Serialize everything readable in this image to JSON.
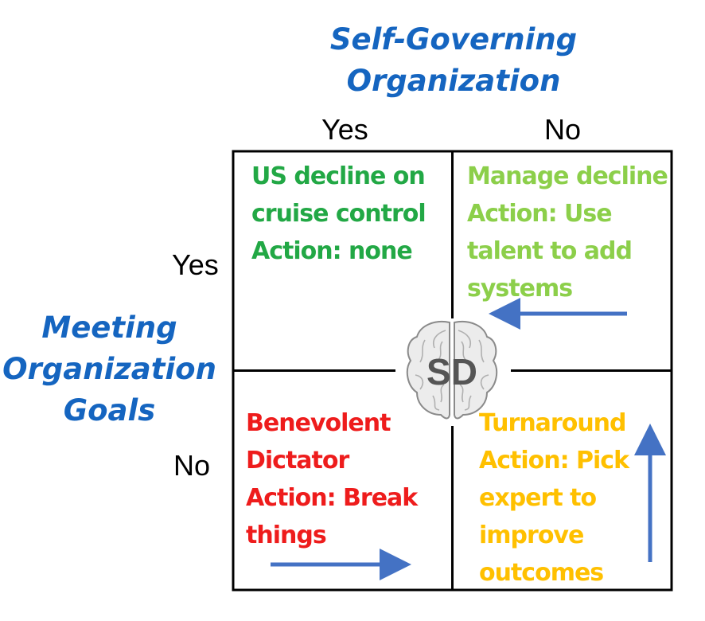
{
  "titles": {
    "top_line1": "Self-Governing",
    "top_line2": "Organization",
    "side_line1": "Meeting",
    "side_line2": "Organization",
    "side_line3": "Goals"
  },
  "columns": [
    "Yes",
    "No"
  ],
  "rows": [
    "Yes",
    "No"
  ],
  "quadrants": {
    "top_left": {
      "text": "US decline on\ncruise control\nAction: none",
      "color": "#22a845"
    },
    "top_right": {
      "text": "Manage decline\nAction:  Use\ntalent to add\nsystems",
      "color": "#8ccf4a"
    },
    "bottom_left": {
      "text": "Benevolent\nDictator\nAction:  Break\nthings",
      "color": "#ee1c1c"
    },
    "bottom_right": {
      "text": "Turnaround\nAction: Pick\nexpert to\nimprove\noutcomes",
      "color": "#ffc000"
    }
  },
  "logo": {
    "text": "SD",
    "icon": "brain-icon"
  },
  "colors": {
    "title": "#1565c0",
    "arrow": "#4472c4",
    "grid": "#000000"
  }
}
